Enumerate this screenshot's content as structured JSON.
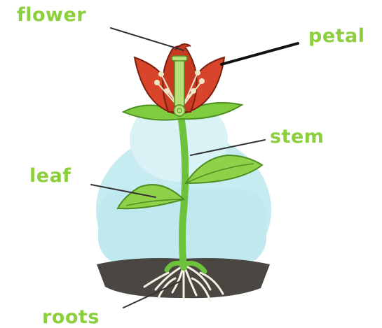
{
  "labels": {
    "flower": "flower",
    "petal": "petal",
    "stem": "stem",
    "leaf": "leaf",
    "roots": "roots"
  },
  "colors": {
    "label_green": "#8ccf3c",
    "petal_red": "#d9452b",
    "stem_green": "#6cc23a",
    "leaf_green": "#8fd24a",
    "soil": "#4a4642",
    "sky_glow": "#bfe8ef"
  }
}
